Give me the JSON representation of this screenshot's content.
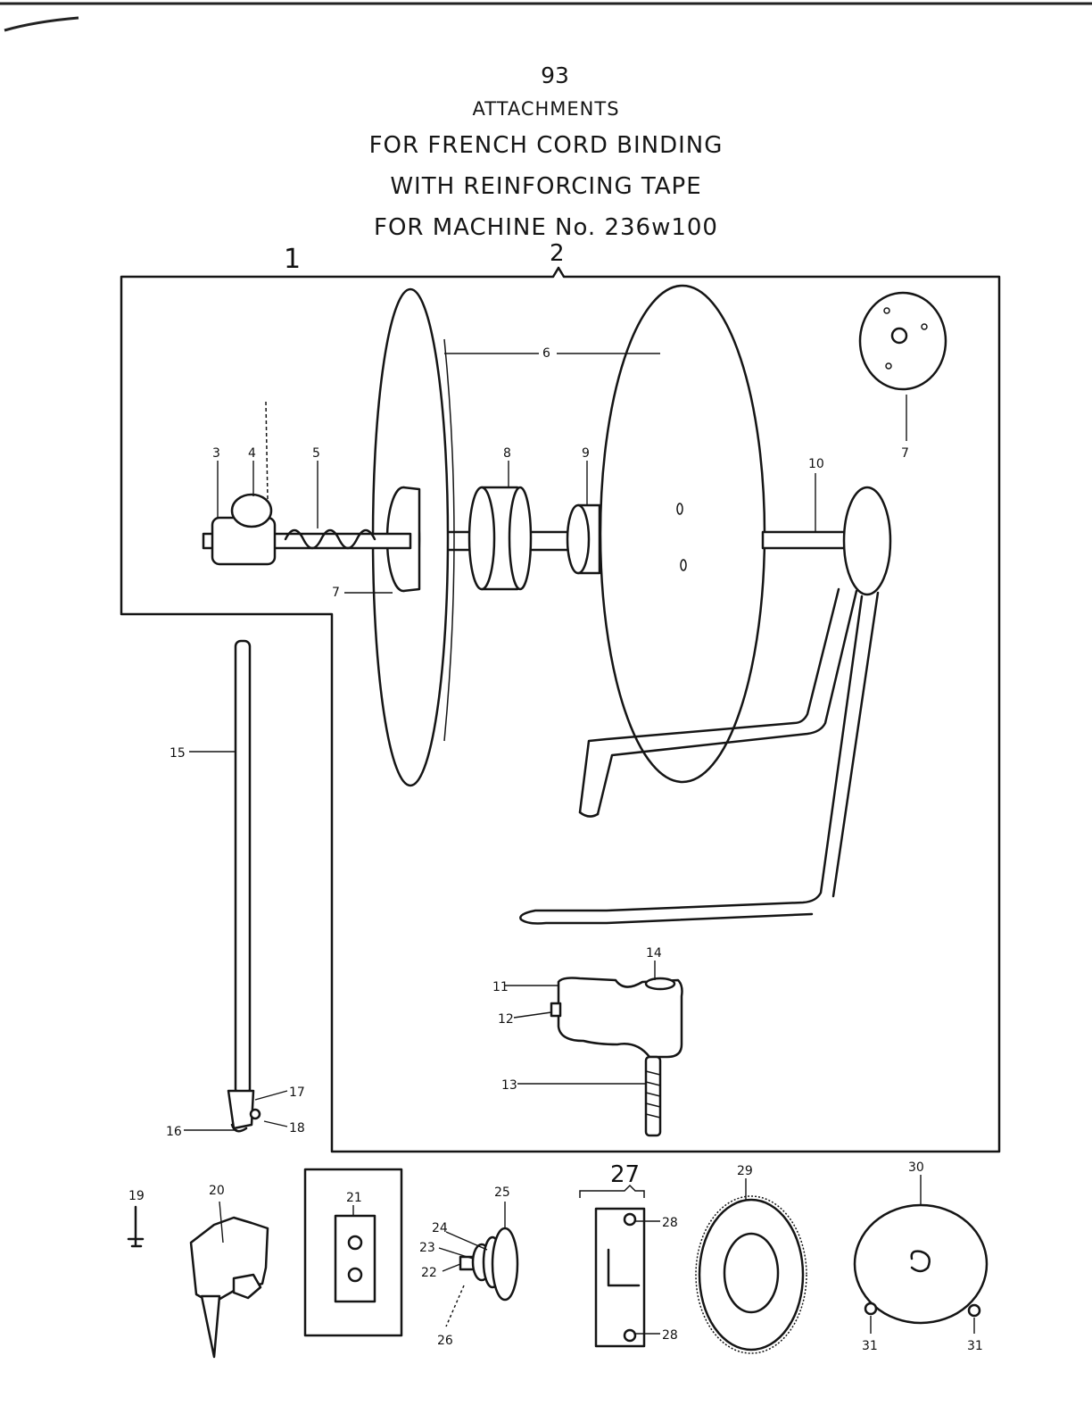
{
  "header": {
    "page_number": "93",
    "subtitle": "ATTACHMENTS",
    "title_line1": "FOR FRENCH CORD BINDING",
    "title_line2": "WITH REINFORCING TAPE",
    "title_line3": "FOR MACHINE No. 236w100"
  },
  "parts": {
    "p1": "1",
    "p2": "2",
    "p3": "3",
    "p4": "4",
    "p5": "5",
    "p6": "6",
    "p7": "7",
    "p8": "8",
    "p9": "9",
    "p10": "10",
    "p11": "11",
    "p12": "12",
    "p13": "13",
    "p14": "14",
    "p15": "15",
    "p16": "16",
    "p17": "17",
    "p18": "18",
    "p19": "19",
    "p20": "20",
    "p21": "21",
    "p22": "22",
    "p23": "23",
    "p24": "24",
    "p25": "25",
    "p26": "26",
    "p27": "27",
    "p28": "28",
    "p29": "29",
    "p30": "30",
    "p31": "31"
  }
}
